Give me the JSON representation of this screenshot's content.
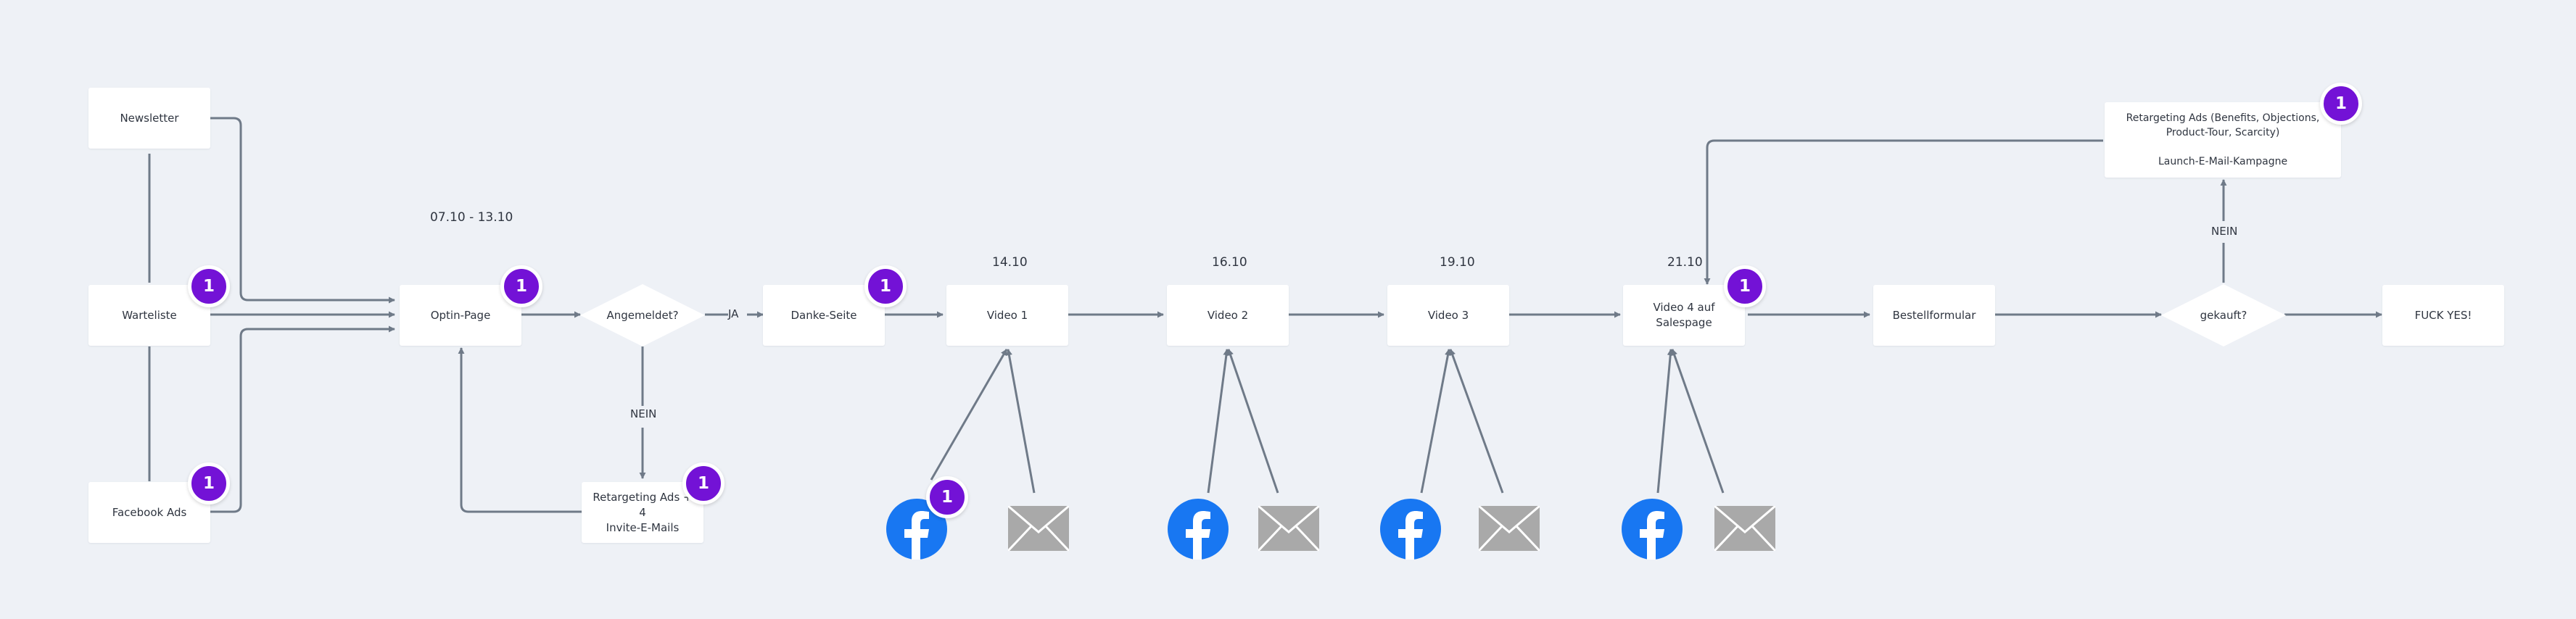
{
  "nodes": {
    "newsletter": "Newsletter",
    "warteliste": "Warteliste",
    "facebook_ads": "Facebook Ads",
    "optin_page": "Optin-Page",
    "angemeldet": "Angemeldet?",
    "retargeting_invite": "Retargeting Ads + 4\nInvite-E-Mails",
    "danke_seite": "Danke-Seite",
    "video1": "Video 1",
    "video2": "Video 2",
    "video3": "Video 3",
    "video4": "Video 4 auf\nSalespage",
    "bestellformular": "Bestellformular",
    "gekauft": "gekauft?",
    "fuck_yes": "FUCK YES!",
    "retargeting_launch": "Retargeting Ads (Benefits, Objections,\nProduct-Tour, Scarcity)\n\nLaunch-E-Mail-Kampagne"
  },
  "edge_labels": {
    "ja": "JA",
    "nein_1": "NEIN",
    "nein_2": "NEIN"
  },
  "dates": {
    "optin": "07.10 - 13.10",
    "video1": "14.10",
    "video2": "16.10",
    "video3": "19.10",
    "video4": "21.10"
  },
  "badges": {
    "warteliste": "1",
    "facebook_ads": "1",
    "optin_page": "1",
    "danke_seite": "1",
    "retargeting_invite": "1",
    "video4": "1",
    "retargeting_launch": "1",
    "facebook_video1": "1"
  },
  "icons": {
    "facebook": "facebook-icon",
    "mail": "mail-icon"
  },
  "colors": {
    "background": "#eef1f6",
    "node": "#ffffff",
    "connector": "#6f7a88",
    "badge": "#7312d6",
    "facebook": "#1877f2",
    "mail": "#a9a9a9"
  }
}
